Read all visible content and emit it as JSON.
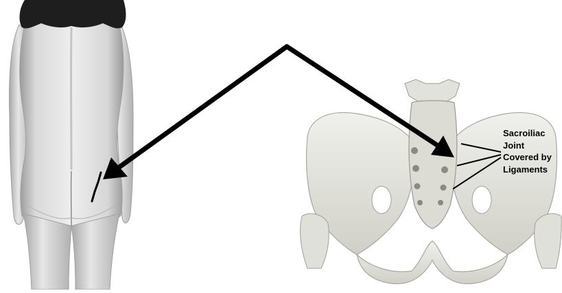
{
  "annotation": {
    "lines": [
      "Sacroiliac",
      "Joint",
      "Covered by",
      "Ligaments"
    ]
  },
  "figures": {
    "left": {
      "icon": "human-back-silhouette"
    },
    "right": {
      "icon": "pelvis-bone-illustration"
    },
    "arrows": {
      "icon": "double-arrow-icon"
    }
  },
  "colors": {
    "background": "#ffffff",
    "skin_light": "#ebebeb",
    "skin_shade": "#c8c8c8",
    "hair": "#1e1e1e",
    "bone": "#e4e4de",
    "bone_shade": "#b4b4ac",
    "ink": "#000000"
  }
}
